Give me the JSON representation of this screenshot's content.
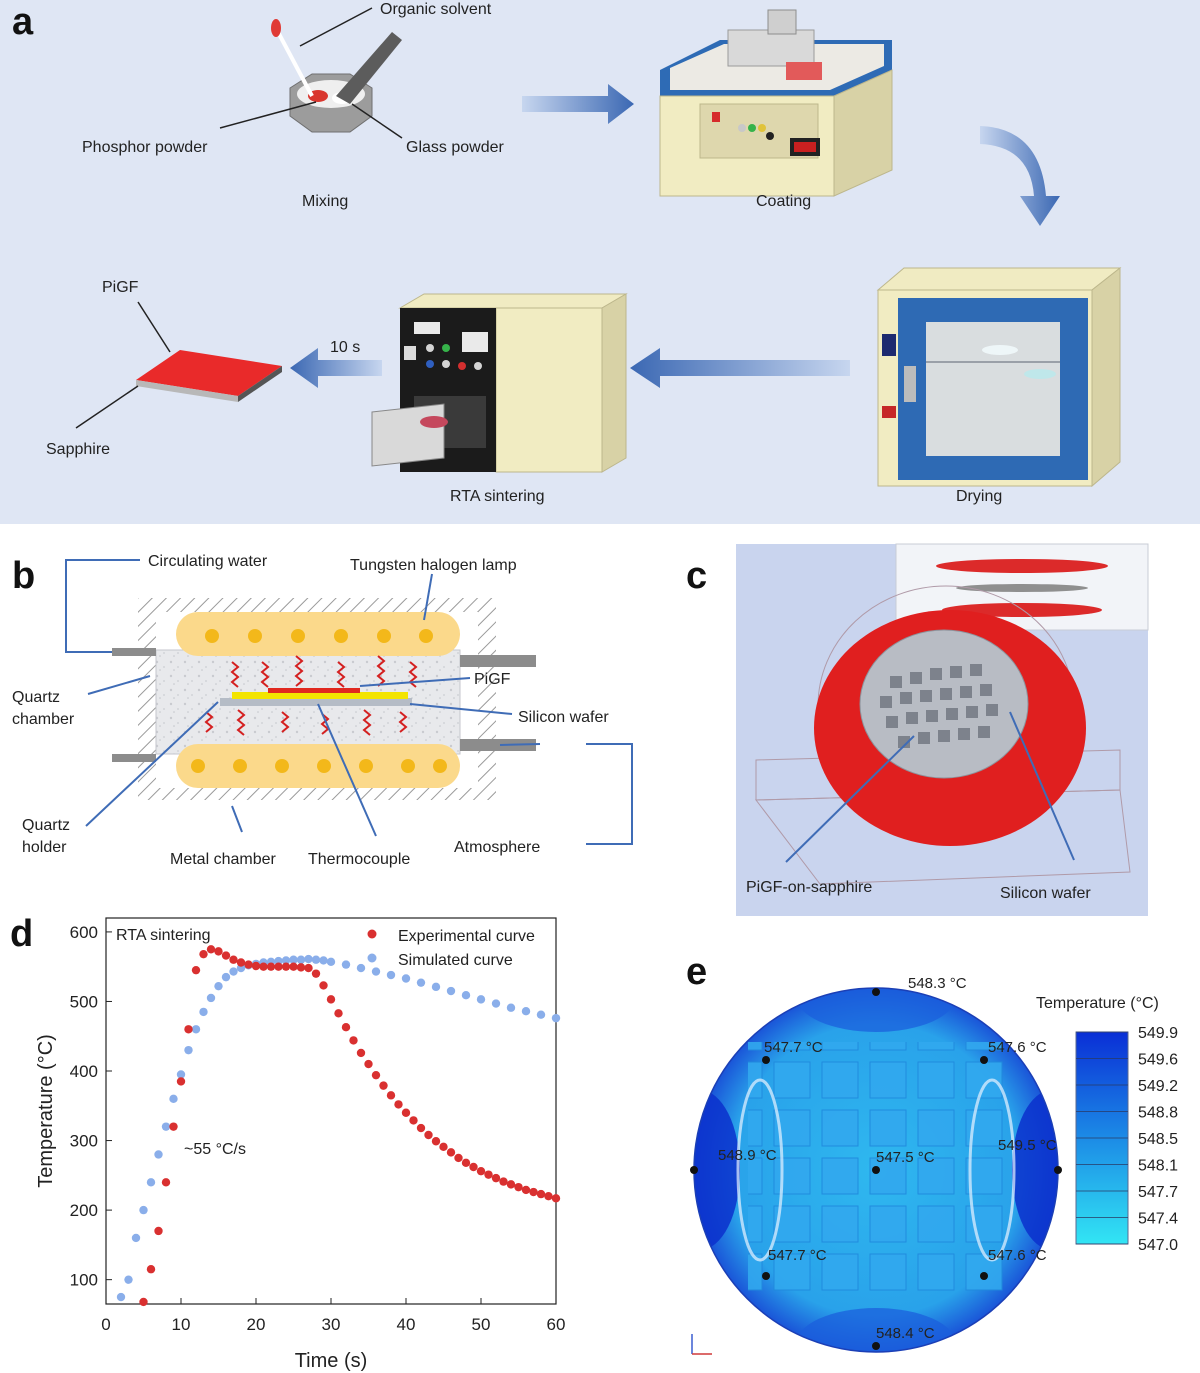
{
  "panel_a": {
    "letter": "a",
    "organic_solvent": "Organic solvent",
    "phosphor_powder": "Phosphor powder",
    "glass_powder": "Glass powder",
    "mixing": "Mixing",
    "coating": "Coating",
    "drying": "Drying",
    "rta_sintering": "RTA sintering",
    "time": "10 s",
    "pigf": "PiGF",
    "sapphire": "Sapphire"
  },
  "panel_b": {
    "letter": "b",
    "circulating_water": "Circulating water",
    "lamp": "Tungsten halogen lamp",
    "quartz_chamber": [
      "Quartz",
      "chamber"
    ],
    "pigf": "PiGF",
    "silicon_wafer": "Silicon wafer",
    "quartz_holder": [
      "Quartz",
      "holder"
    ],
    "metal_chamber": "Metal chamber",
    "thermocouple": "Thermocouple",
    "atmosphere": "Atmosphere"
  },
  "panel_c": {
    "letter": "c",
    "pigf_on_sapphire": "PiGF-on-sapphire",
    "silicon_wafer": "Silicon wafer"
  },
  "panel_d": {
    "letter": "d",
    "annotation": "RTA sintering",
    "rate": "~55 °C/s"
  },
  "panel_e": {
    "letter": "e",
    "colorbar_title": "Temperature (°C)",
    "colorbar_ticks": [
      "549.9",
      "549.6",
      "549.2",
      "548.8",
      "548.5",
      "548.1",
      "547.7",
      "547.4",
      "547.0"
    ],
    "points": [
      {
        "label": "548.3 °C"
      },
      {
        "label": "547.7 °C"
      },
      {
        "label": "547.6 °C"
      },
      {
        "label": "548.9 °C"
      },
      {
        "label": "547.5 °C"
      },
      {
        "label": "549.5 °C"
      },
      {
        "label": "547.7 °C"
      },
      {
        "label": "547.6 °C"
      },
      {
        "label": "548.4 °C"
      }
    ]
  },
  "chart_data": {
    "type": "scatter",
    "xlabel": "Time (s)",
    "ylabel": "Temperature (°C)",
    "xlim": [
      0,
      60
    ],
    "ylim": [
      65,
      620
    ],
    "xticks": [
      0,
      10,
      20,
      30,
      40,
      50,
      60
    ],
    "yticks": [
      100,
      200,
      300,
      400,
      500,
      600
    ],
    "legend_position": "top-right",
    "series": [
      {
        "name": "Experimental curve",
        "color": "#d93030",
        "x": [
          5,
          6,
          7,
          8,
          9,
          10,
          11,
          12,
          13,
          14,
          15,
          16,
          17,
          18,
          19,
          20,
          21,
          22,
          23,
          24,
          25,
          26,
          27,
          28,
          29,
          30,
          31,
          32,
          33,
          34,
          35,
          36,
          37,
          38,
          39,
          40,
          41,
          42,
          43,
          44,
          45,
          46,
          47,
          48,
          49,
          50,
          51,
          52,
          53,
          54,
          55,
          56,
          57,
          58,
          59,
          60
        ],
        "y": [
          68,
          115,
          170,
          240,
          320,
          385,
          460,
          545,
          568,
          575,
          572,
          566,
          560,
          556,
          553,
          551,
          550,
          550,
          550,
          550,
          550,
          549,
          548,
          540,
          523,
          503,
          483,
          463,
          444,
          426,
          410,
          394,
          379,
          365,
          352,
          340,
          329,
          318,
          308,
          299,
          291,
          283,
          275,
          268,
          262,
          256,
          251,
          246,
          241,
          237,
          233,
          229,
          226,
          223,
          220,
          217
        ]
      },
      {
        "name": "Simulated curve",
        "color": "#8aaeea",
        "x": [
          2,
          3,
          4,
          5,
          6,
          7,
          8,
          9,
          10,
          11,
          12,
          13,
          14,
          15,
          16,
          17,
          18,
          19,
          20,
          21,
          22,
          23,
          24,
          25,
          26,
          27,
          28,
          29,
          30,
          32,
          34,
          36,
          38,
          40,
          42,
          44,
          46,
          48,
          50,
          52,
          54,
          56,
          58,
          60
        ],
        "y": [
          75,
          100,
          160,
          200,
          240,
          280,
          320,
          360,
          395,
          430,
          460,
          485,
          505,
          522,
          535,
          543,
          548,
          552,
          554,
          556,
          557,
          558,
          559,
          560,
          560,
          561,
          560,
          559,
          557,
          553,
          548,
          543,
          538,
          533,
          527,
          521,
          515,
          509,
          503,
          497,
          491,
          486,
          481,
          476
        ]
      }
    ]
  }
}
